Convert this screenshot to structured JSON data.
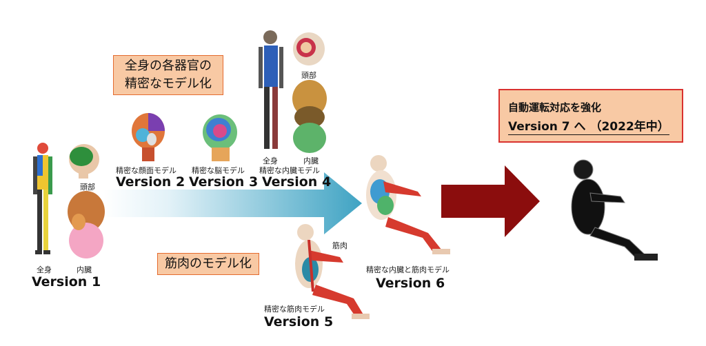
{
  "callouts": {
    "whole_body": {
      "line1": "全身の各器官の",
      "line2": "精密なモデル化"
    },
    "muscle": "筋肉のモデル化",
    "future": {
      "line1": "自動運転対応を強化",
      "line2": "Version 7 へ （2022年中）"
    }
  },
  "versions": {
    "v1": {
      "label": "Version 1",
      "cap_whole": "全身",
      "cap_head": "頭部",
      "cap_organs": "内臓"
    },
    "v2": {
      "label": "Version 2",
      "cap": "精密な顔面モデル"
    },
    "v3": {
      "label": "Version 3",
      "cap": "精密な脳モデル"
    },
    "v4": {
      "label": "Version 4",
      "cap": "精密な内臓モデル",
      "cap_whole": "全身",
      "cap_head": "頭部",
      "cap_organs": "内臓"
    },
    "v5": {
      "label": "Version 5",
      "cap": "精密な筋肉モデル",
      "cap_muscle": "筋肉"
    },
    "v6": {
      "label": "Version 6",
      "cap": "精密な内臓と筋肉モデル"
    }
  },
  "colors": {
    "callout_fill": "#f8c9a4",
    "callout_border": "#e46a2e",
    "future_border": "#d9312e",
    "timeline_arrow_start": "#ffffff",
    "timeline_arrow_end": "#4aa9c6",
    "future_arrow": "#8b0d0d"
  }
}
